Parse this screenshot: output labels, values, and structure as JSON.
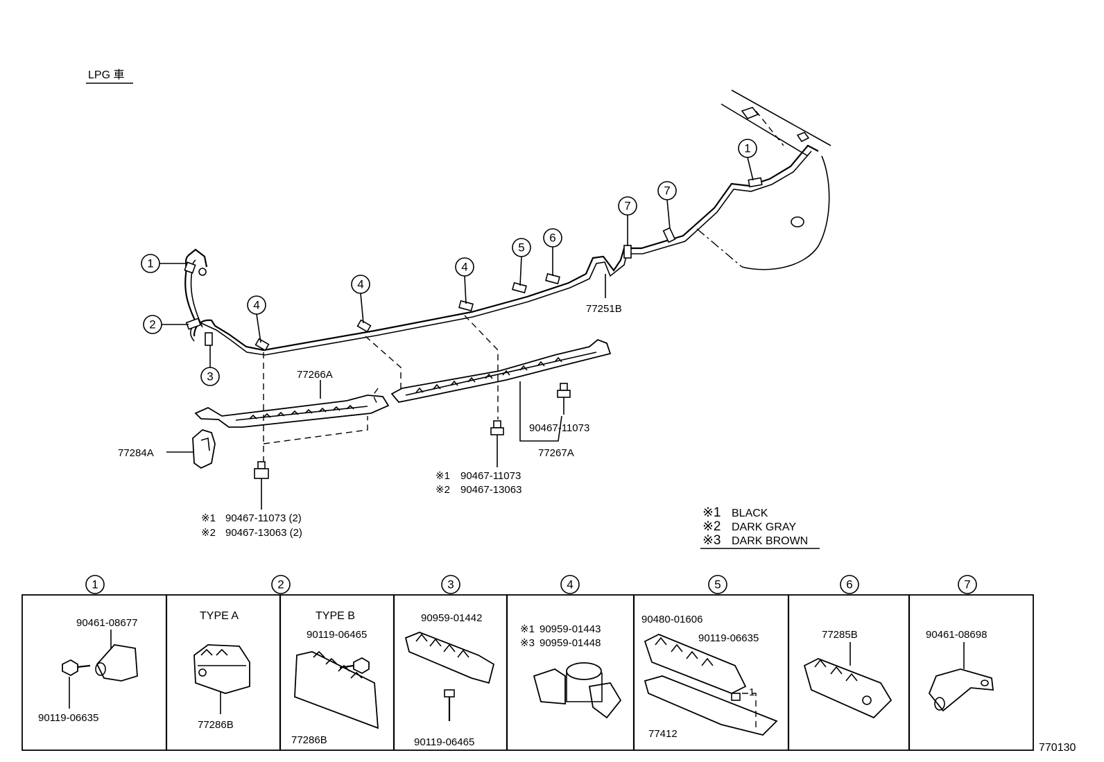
{
  "header": {
    "title": "LPG 車"
  },
  "figure_id": "770130",
  "callout_numbers": [
    "1",
    "2",
    "3",
    "4",
    "5",
    "6",
    "7"
  ],
  "parts": {
    "pipe_main": "77251B",
    "rail_front": "77266A",
    "rail_rear": "77267A",
    "bracket": "77284A",
    "bolt_right_top": "90467-11073",
    "mid_note_1": "90467-11073",
    "mid_note_2": "90467-13063",
    "left_note_1": "90467-11073 (2)",
    "left_note_2": "90467-13063 (2)"
  },
  "markers": {
    "m1": "※1",
    "m2": "※2",
    "m3": "※3"
  },
  "legend": [
    {
      "mark": "※1",
      "label": "BLACK"
    },
    {
      "mark": "※2",
      "label": "DARK GRAY"
    },
    {
      "mark": "※3",
      "label": "DARK BROWN"
    }
  ],
  "table": {
    "cells": [
      {
        "num": "1",
        "parts": [
          "90461-08677",
          "90119-06635"
        ]
      },
      {
        "num": "2",
        "type": "TYPE  A",
        "parts": [
          "77286B"
        ]
      },
      {
        "num": "",
        "type": "TYPE  B",
        "parts": [
          "90119-06465",
          "77286B"
        ]
      },
      {
        "num": "3",
        "parts": [
          "90959-01442",
          "90119-06465"
        ]
      },
      {
        "num": "4",
        "parts": [
          "90959-01443",
          "90959-01448"
        ]
      },
      {
        "num": "5",
        "parts": [
          "90480-01606",
          "90119-06635",
          "77412"
        ]
      },
      {
        "num": "6",
        "parts": [
          "77285B"
        ]
      },
      {
        "num": "7",
        "parts": [
          "90461-08698"
        ]
      }
    ],
    "cell5_mark": "1"
  }
}
